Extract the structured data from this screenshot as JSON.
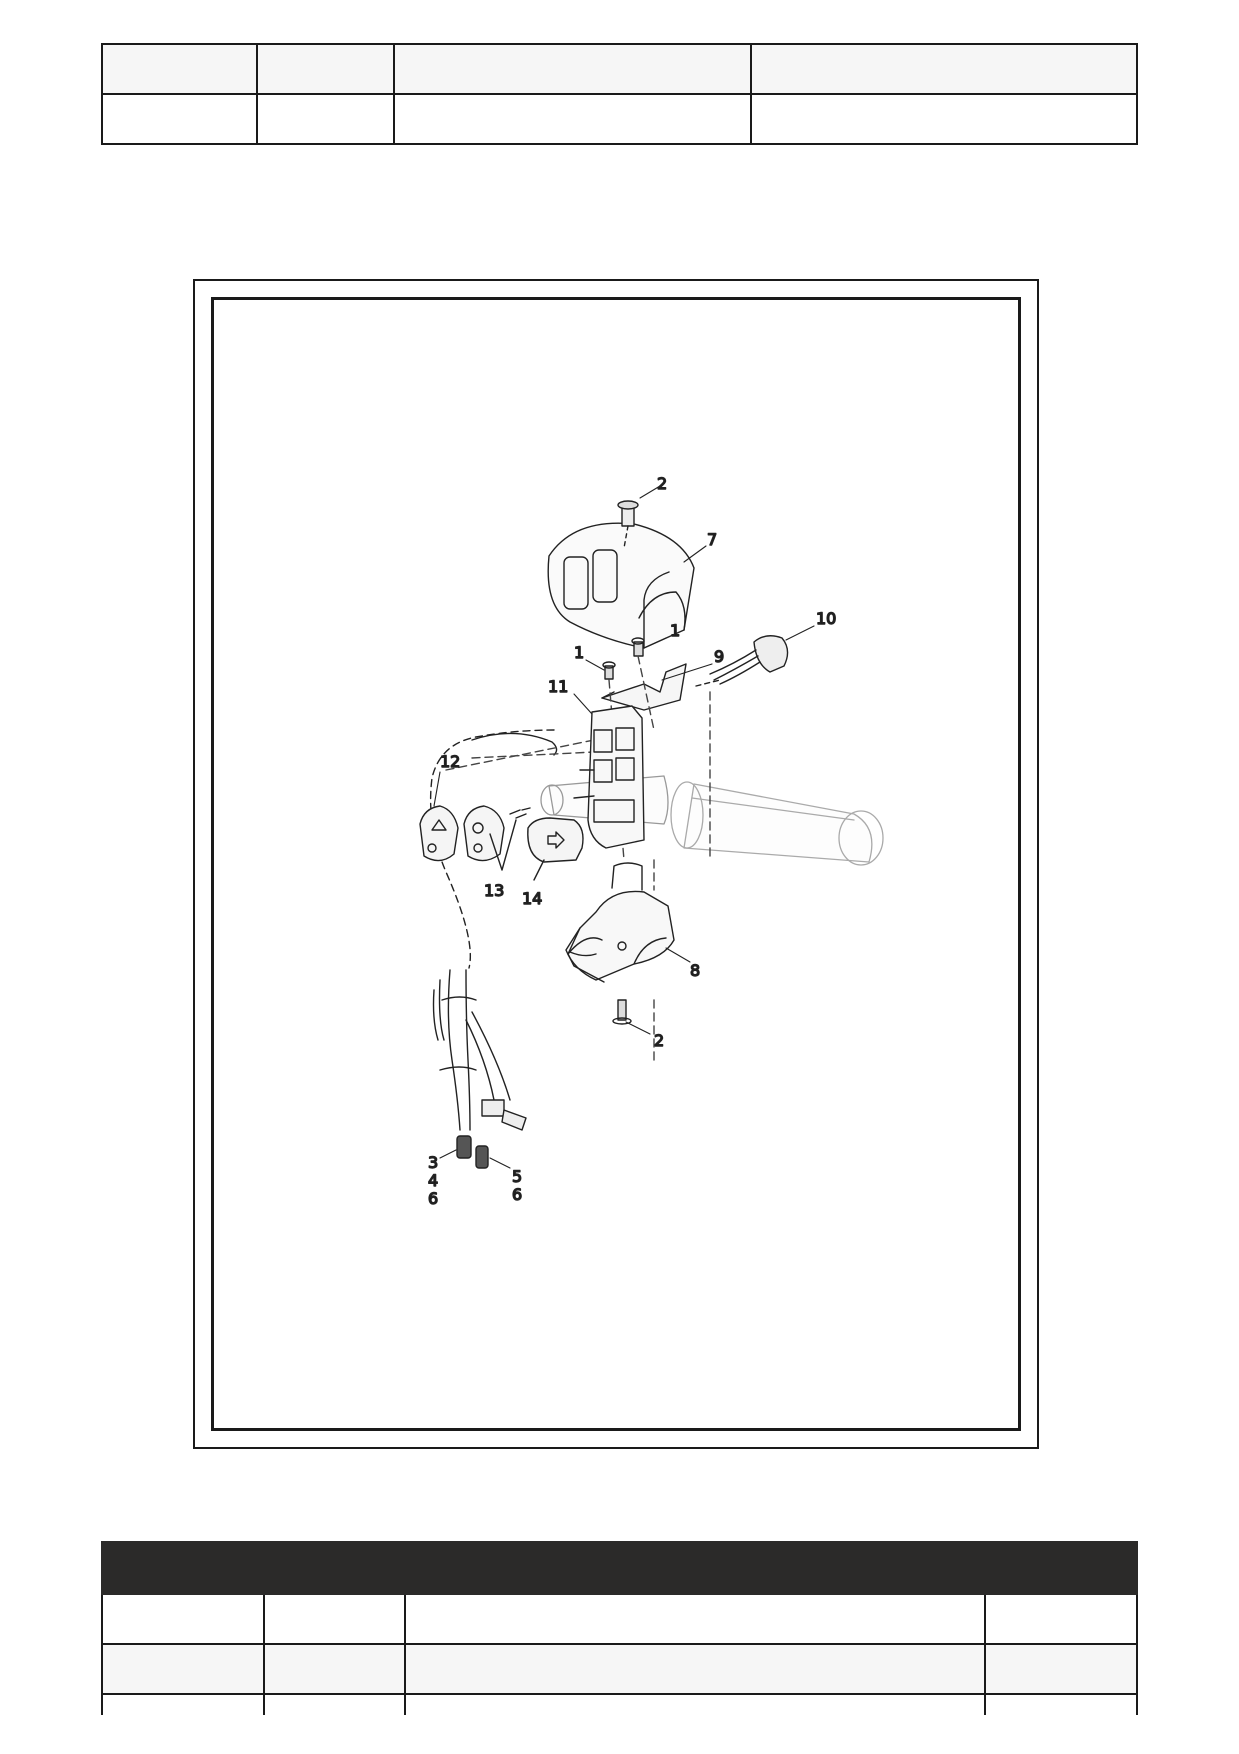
{
  "figure": {
    "callouts": {
      "c2_top": "2",
      "c7": "7",
      "c1_a": "1",
      "c10": "10",
      "c9": "9",
      "c1_b": "1",
      "c11": "11",
      "c12": "12",
      "c13": "13",
      "c14": "14",
      "c8": "8",
      "c2_bottom": "2",
      "c3": "3",
      "c4": "4",
      "c6_a": "6",
      "c5": "5",
      "c6_b": "6"
    }
  },
  "colors": {
    "header_bg": "#2b2a29",
    "row_alt_bg": "#f6f6f6",
    "border": "#1a1a1a"
  }
}
